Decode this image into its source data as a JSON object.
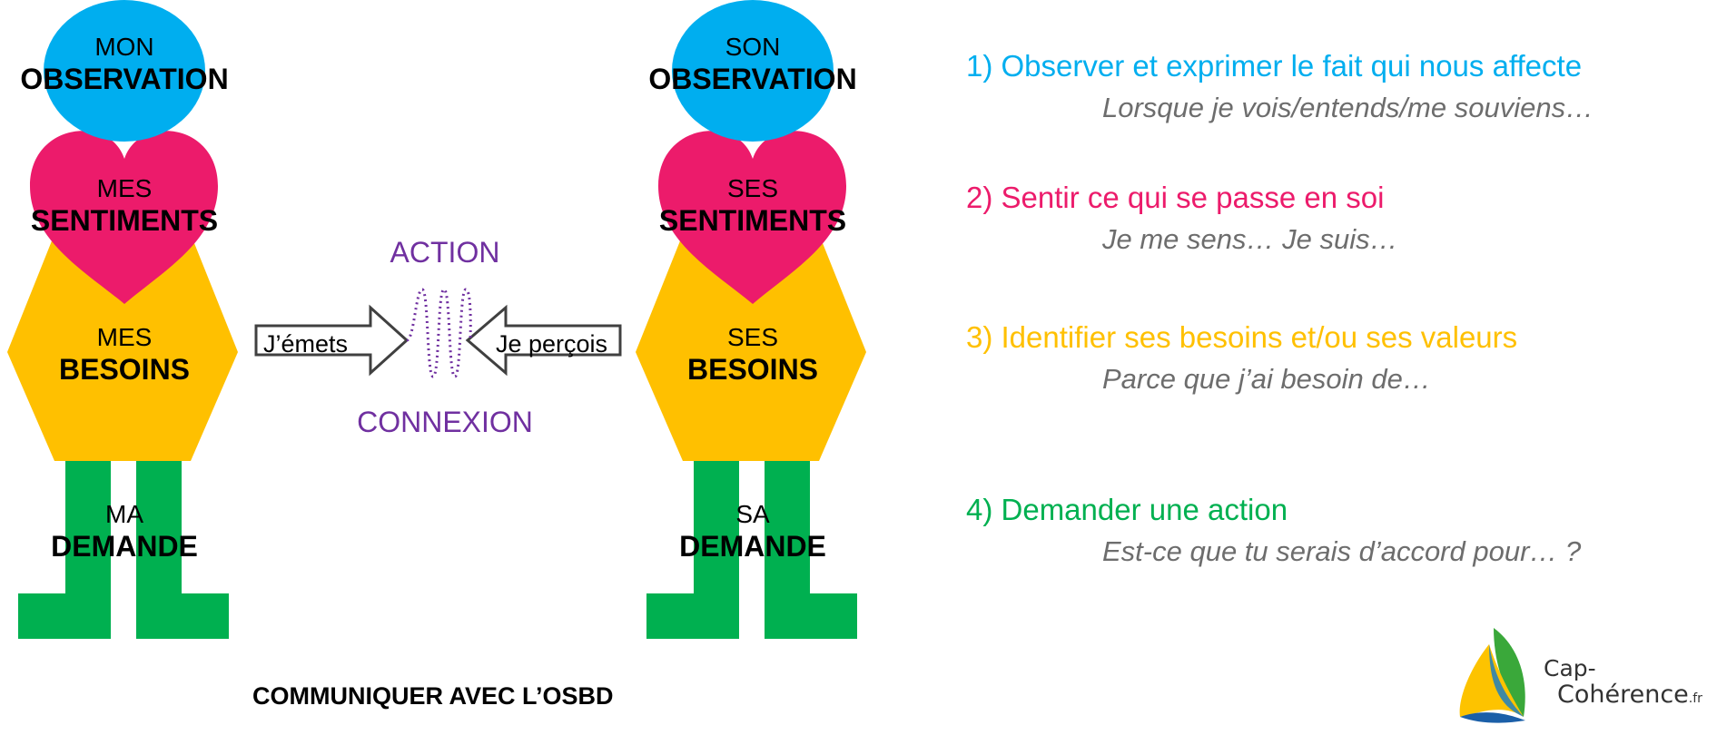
{
  "colors": {
    "observation": "#00aeef",
    "sentiments": "#ec1b6b",
    "besoins": "#ffc000",
    "demande": "#00b050",
    "middle": "#7030a0",
    "hint": "#6d6d6d"
  },
  "left_figure": {
    "observation": {
      "small": "MON",
      "big": "OBSERVATION"
    },
    "sentiments": {
      "small": "MES",
      "big": "SENTIMENTS"
    },
    "besoins": {
      "small": "MES",
      "big": "BESOINS"
    },
    "demande": {
      "small": "MA",
      "big": "DEMANDE"
    }
  },
  "right_figure": {
    "observation": {
      "small": "SON",
      "big": "OBSERVATION"
    },
    "sentiments": {
      "small": "SES",
      "big": "SENTIMENTS"
    },
    "besoins": {
      "small": "SES",
      "big": "BESOINS"
    },
    "demande": {
      "small": "SA",
      "big": "DEMANDE"
    }
  },
  "middle": {
    "action": "ACTION",
    "connexion": "CONNEXION",
    "emit_label": "J’émets",
    "receive_label": "Je perçois"
  },
  "caption": "COMMUNIQUER AVEC L’OSBD",
  "steps": [
    {
      "title": "1)   Observer et exprimer le fait qui nous affecte",
      "hint": "Lorsque je vois/entends/me souviens…"
    },
    {
      "title": "2) Sentir ce qui se passe en soi",
      "hint": "Je me sens… Je suis…"
    },
    {
      "title": "3) Identifier ses besoins et/ou ses valeurs",
      "hint": "Parce que j’ai besoin de…"
    },
    {
      "title": "4) Demander une action",
      "hint": "Est-ce que tu serais d’accord pour… ?"
    }
  ],
  "logo": {
    "line1": "Cap-",
    "line2": "Cohérence",
    "suffix": ".fr"
  }
}
